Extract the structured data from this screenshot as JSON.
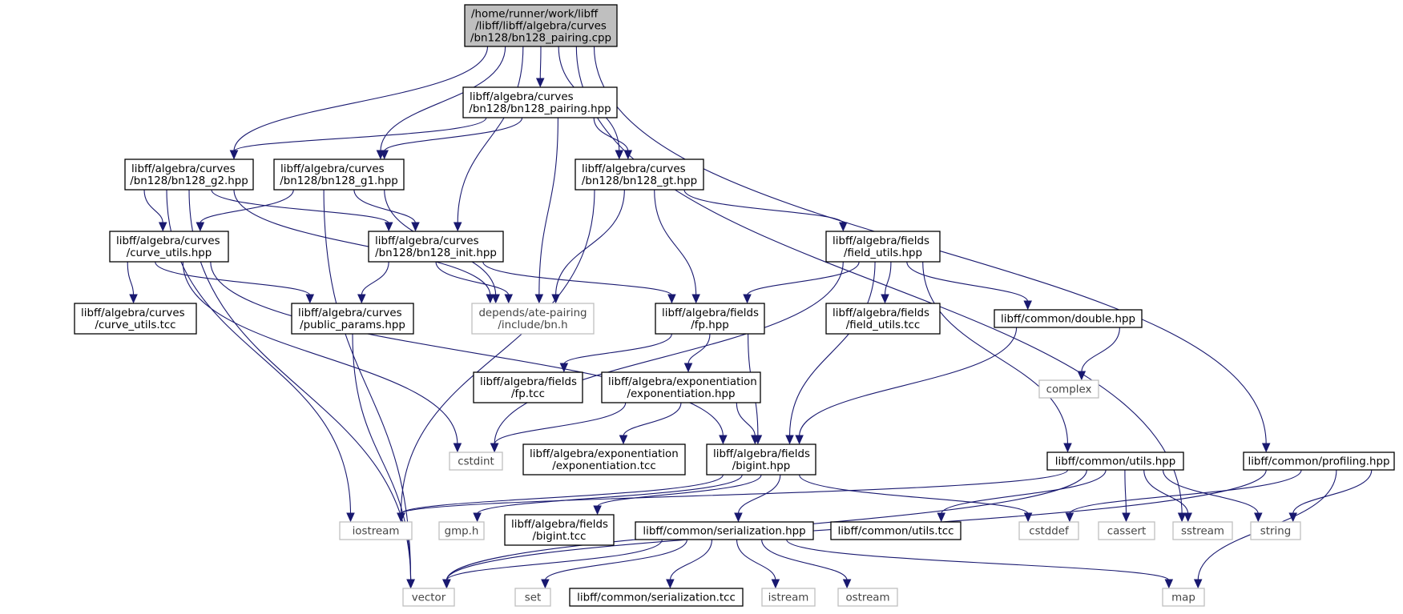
{
  "graph": {
    "nodes": [
      {
        "id": "root",
        "kind": "root",
        "lines": [
          "/home/runner/work/libff",
          "/libff/libff/algebra/curves",
          "/bn128/bn128_pairing.cpp"
        ]
      },
      {
        "id": "pairing_hpp",
        "kind": "file",
        "lines": [
          "libff/algebra/curves",
          "/bn128/bn128_pairing.hpp"
        ]
      },
      {
        "id": "g2",
        "kind": "file",
        "lines": [
          "libff/algebra/curves",
          "/bn128/bn128_g2.hpp"
        ]
      },
      {
        "id": "g1",
        "kind": "file",
        "lines": [
          "libff/algebra/curves",
          "/bn128/bn128_g1.hpp"
        ]
      },
      {
        "id": "gt",
        "kind": "file",
        "lines": [
          "libff/algebra/curves",
          "/bn128/bn128_gt.hpp"
        ]
      },
      {
        "id": "curve_utils",
        "kind": "file",
        "lines": [
          "libff/algebra/curves",
          "/curve_utils.hpp"
        ]
      },
      {
        "id": "init",
        "kind": "file",
        "lines": [
          "libff/algebra/curves",
          "/bn128/bn128_init.hpp"
        ]
      },
      {
        "id": "field_utils",
        "kind": "file",
        "lines": [
          "libff/algebra/fields",
          "/field_utils.hpp"
        ]
      },
      {
        "id": "curve_utils_tcc",
        "kind": "file",
        "lines": [
          "libff/algebra/curves",
          "/curve_utils.tcc"
        ]
      },
      {
        "id": "public_params",
        "kind": "file",
        "lines": [
          "libff/algebra/curves",
          "/public_params.hpp"
        ]
      },
      {
        "id": "bn_h",
        "kind": "ext",
        "lines": [
          "depends/ate-pairing",
          "/include/bn.h"
        ]
      },
      {
        "id": "fp_hpp",
        "kind": "file",
        "lines": [
          "libff/algebra/fields",
          "/fp.hpp"
        ]
      },
      {
        "id": "field_utils_tcc",
        "kind": "file",
        "lines": [
          "libff/algebra/fields",
          "/field_utils.tcc"
        ]
      },
      {
        "id": "double",
        "kind": "file",
        "lines": [
          "libff/common/double.hpp"
        ]
      },
      {
        "id": "fp_tcc",
        "kind": "file",
        "lines": [
          "libff/algebra/fields",
          "/fp.tcc"
        ]
      },
      {
        "id": "exp_hpp",
        "kind": "file",
        "lines": [
          "libff/algebra/exponentiation",
          "/exponentiation.hpp"
        ]
      },
      {
        "id": "complex",
        "kind": "ext",
        "lines": [
          "complex"
        ]
      },
      {
        "id": "cstdint",
        "kind": "ext",
        "lines": [
          "cstdint"
        ]
      },
      {
        "id": "exp_tcc",
        "kind": "file",
        "lines": [
          "libff/algebra/exponentiation",
          "/exponentiation.tcc"
        ]
      },
      {
        "id": "bigint",
        "kind": "file",
        "lines": [
          "libff/algebra/fields",
          "/bigint.hpp"
        ]
      },
      {
        "id": "utils_hpp",
        "kind": "file",
        "lines": [
          "libff/common/utils.hpp"
        ]
      },
      {
        "id": "profiling",
        "kind": "file",
        "lines": [
          "libff/common/profiling.hpp"
        ]
      },
      {
        "id": "iostream",
        "kind": "ext",
        "lines": [
          "iostream"
        ]
      },
      {
        "id": "gmp",
        "kind": "ext",
        "lines": [
          "gmp.h"
        ]
      },
      {
        "id": "bigint_tcc",
        "kind": "file",
        "lines": [
          "libff/algebra/fields",
          "/bigint.tcc"
        ]
      },
      {
        "id": "serial_hpp",
        "kind": "file",
        "lines": [
          "libff/common/serialization.hpp"
        ]
      },
      {
        "id": "utils_tcc",
        "kind": "file",
        "lines": [
          "libff/common/utils.tcc"
        ]
      },
      {
        "id": "cstddef",
        "kind": "ext",
        "lines": [
          "cstddef"
        ]
      },
      {
        "id": "cassert",
        "kind": "ext",
        "lines": [
          "cassert"
        ]
      },
      {
        "id": "sstream",
        "kind": "ext",
        "lines": [
          "sstream"
        ]
      },
      {
        "id": "string",
        "kind": "ext",
        "lines": [
          "string"
        ]
      },
      {
        "id": "vector",
        "kind": "ext",
        "lines": [
          "vector"
        ]
      },
      {
        "id": "set",
        "kind": "ext",
        "lines": [
          "set"
        ]
      },
      {
        "id": "serial_tcc",
        "kind": "file",
        "lines": [
          "libff/common/serialization.tcc"
        ]
      },
      {
        "id": "istream",
        "kind": "ext",
        "lines": [
          "istream"
        ]
      },
      {
        "id": "ostream",
        "kind": "ext",
        "lines": [
          "ostream"
        ]
      },
      {
        "id": "map",
        "kind": "ext",
        "lines": [
          "map"
        ]
      }
    ],
    "edges": [
      [
        "root",
        "pairing_hpp"
      ],
      [
        "root",
        "g2"
      ],
      [
        "root",
        "g1"
      ],
      [
        "root",
        "gt"
      ],
      [
        "root",
        "init"
      ],
      [
        "root",
        "sstream"
      ],
      [
        "root",
        "profiling"
      ],
      [
        "pairing_hpp",
        "g2"
      ],
      [
        "pairing_hpp",
        "g1"
      ],
      [
        "pairing_hpp",
        "gt"
      ],
      [
        "pairing_hpp",
        "bn_h"
      ],
      [
        "g2",
        "curve_utils"
      ],
      [
        "g2",
        "init"
      ],
      [
        "g2",
        "bn_h"
      ],
      [
        "g2",
        "iostream"
      ],
      [
        "g2",
        "vector"
      ],
      [
        "g1",
        "curve_utils"
      ],
      [
        "g1",
        "init"
      ],
      [
        "g1",
        "bn_h"
      ],
      [
        "g1",
        "vector"
      ],
      [
        "gt",
        "fp_hpp"
      ],
      [
        "gt",
        "field_utils"
      ],
      [
        "gt",
        "bn_h"
      ],
      [
        "gt",
        "iostream"
      ],
      [
        "curve_utils",
        "curve_utils_tcc"
      ],
      [
        "curve_utils",
        "public_params"
      ],
      [
        "curve_utils",
        "bigint"
      ],
      [
        "curve_utils",
        "cstdint"
      ],
      [
        "init",
        "bn_h"
      ],
      [
        "init",
        "fp_hpp"
      ],
      [
        "init",
        "public_params"
      ],
      [
        "field_utils",
        "fp_hpp"
      ],
      [
        "field_utils",
        "field_utils_tcc"
      ],
      [
        "field_utils",
        "double"
      ],
      [
        "field_utils",
        "utils_hpp"
      ],
      [
        "field_utils",
        "bigint"
      ],
      [
        "field_utils",
        "cstdint"
      ],
      [
        "public_params",
        "vector"
      ],
      [
        "fp_hpp",
        "fp_tcc"
      ],
      [
        "fp_hpp",
        "exp_hpp"
      ],
      [
        "fp_hpp",
        "bigint"
      ],
      [
        "double",
        "complex"
      ],
      [
        "double",
        "bigint"
      ],
      [
        "exp_hpp",
        "cstdint"
      ],
      [
        "exp_hpp",
        "exp_tcc"
      ],
      [
        "exp_hpp",
        "bigint"
      ],
      [
        "bigint",
        "iostream"
      ],
      [
        "bigint",
        "gmp"
      ],
      [
        "bigint",
        "bigint_tcc"
      ],
      [
        "bigint",
        "serial_hpp"
      ],
      [
        "bigint",
        "cstddef"
      ],
      [
        "utils_hpp",
        "iostream"
      ],
      [
        "utils_hpp",
        "utils_tcc"
      ],
      [
        "utils_hpp",
        "cassert"
      ],
      [
        "utils_hpp",
        "sstream"
      ],
      [
        "utils_hpp",
        "string"
      ],
      [
        "utils_hpp",
        "vector"
      ],
      [
        "profiling",
        "cstddef"
      ],
      [
        "profiling",
        "string"
      ],
      [
        "profiling",
        "vector"
      ],
      [
        "profiling",
        "map"
      ],
      [
        "serial_hpp",
        "vector"
      ],
      [
        "serial_hpp",
        "set"
      ],
      [
        "serial_hpp",
        "serial_tcc"
      ],
      [
        "serial_hpp",
        "istream"
      ],
      [
        "serial_hpp",
        "ostream"
      ],
      [
        "serial_hpp",
        "map"
      ]
    ]
  },
  "colors": {
    "edge": "#191970",
    "root_fill": "#bfbfbf",
    "file_border": "#000000",
    "ext_border": "#bfbfbf",
    "ext_text": "#444444"
  }
}
